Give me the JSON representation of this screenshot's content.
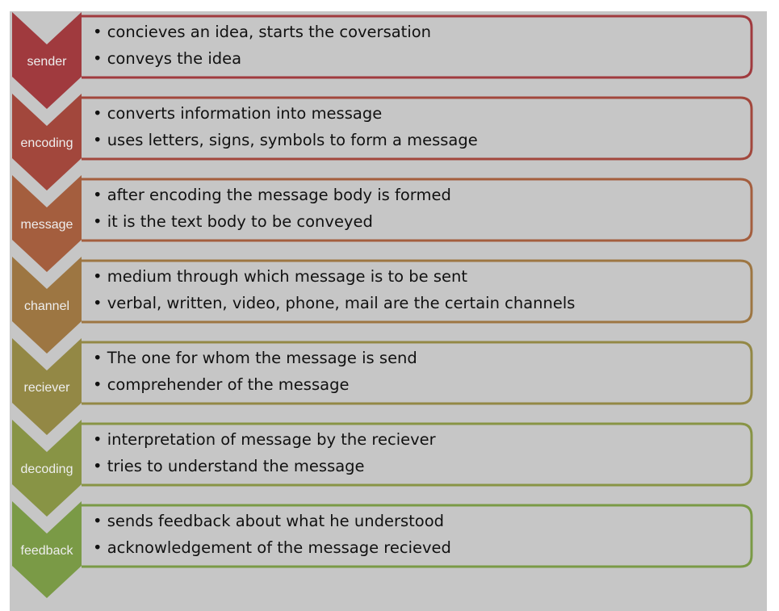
{
  "steps": [
    {
      "label": "sender",
      "color": "#a03a3e",
      "bullets": [
        "concieves an idea, starts the coversation",
        "conveys the idea"
      ]
    },
    {
      "label": "encoding",
      "color": "#a2473c",
      "bullets": [
        "converts information into message",
        "uses letters, signs, symbols to form a message"
      ]
    },
    {
      "label": "message",
      "color": "#a45e3e",
      "bullets": [
        "after encoding the message body is formed",
        "it is the text body to be conveyed"
      ]
    },
    {
      "label": "channel",
      "color": "#9d7642",
      "bullets": [
        "medium through which message is to be sent",
        "verbal, written, video, phone, mail are the certain channels"
      ]
    },
    {
      "label": "reciever",
      "color": "#938845",
      "bullets": [
        "The one for whom the message is send",
        "comprehender of the message"
      ]
    },
    {
      "label": "decoding",
      "color": "#889445",
      "bullets": [
        "interpretation of message by the reciever",
        "tries to understand the message"
      ]
    },
    {
      "label": "feedback",
      "color": "#7a9a46",
      "bullets": [
        "sends feedback about what he understood",
        "acknowledgement of the message recieved"
      ]
    }
  ]
}
